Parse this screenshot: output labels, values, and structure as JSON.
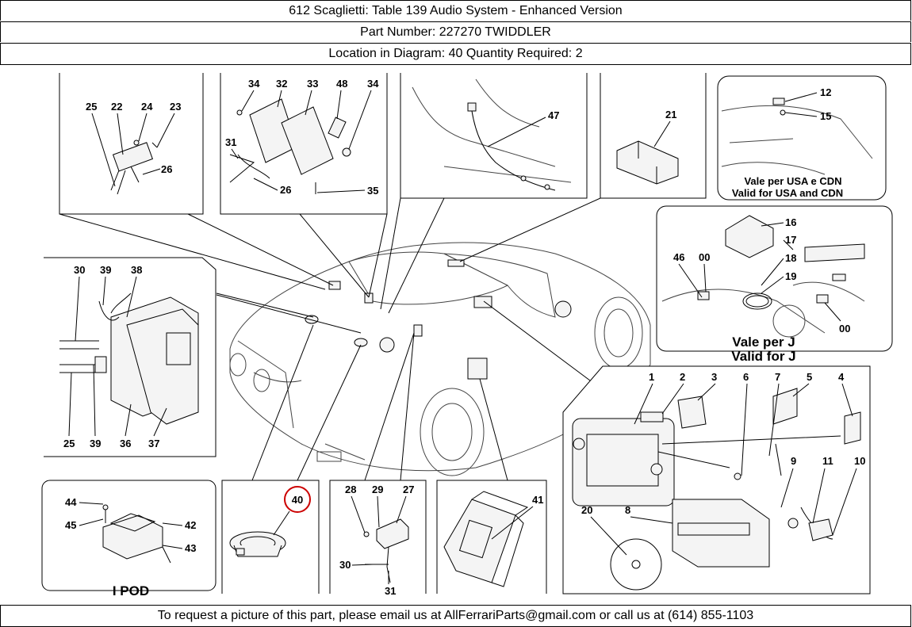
{
  "header": {
    "title": "612 Scaglietti:   Table 139 Audio System - Enhanced Version",
    "part_number": "Part Number: 227270   TWIDDLER",
    "location": "Location in Diagram: 40   Quantity Required: 2"
  },
  "footer": {
    "text": "To request a picture of this part, please email us at AllFerrariParts@gmail.com or call us at (614) 855-1103"
  },
  "diagram": {
    "highlighted_part": "40",
    "highlight_color": "#cc0000",
    "panels": {
      "p1": [
        "25",
        "22",
        "24",
        "23",
        "26"
      ],
      "p2": [
        "34",
        "32",
        "33",
        "48",
        "34",
        "31",
        "26",
        "35"
      ],
      "p3": [
        "47"
      ],
      "p4": [
        "21"
      ],
      "p5": [
        "12",
        "15"
      ],
      "p6": [
        "16",
        "17",
        "46",
        "00",
        "18",
        "19",
        "00"
      ],
      "p7": [
        "30",
        "39",
        "38",
        "25",
        "39",
        "36",
        "37"
      ],
      "p8": [
        "1",
        "2",
        "3",
        "6",
        "7",
        "5",
        "4",
        "9",
        "11",
        "10",
        "20",
        "8"
      ],
      "p9": [
        "44",
        "45",
        "42",
        "43"
      ],
      "p10": [
        "40"
      ],
      "p11": [
        "28",
        "29",
        "27",
        "30",
        "31"
      ],
      "p12": [
        "41"
      ]
    },
    "notes": {
      "usa_it": "Vale per USA e CDN",
      "usa_en": "Valid for USA and CDN",
      "j_it": "Vale per J",
      "j_en": "Valid for J",
      "ipod": "I POD"
    }
  }
}
